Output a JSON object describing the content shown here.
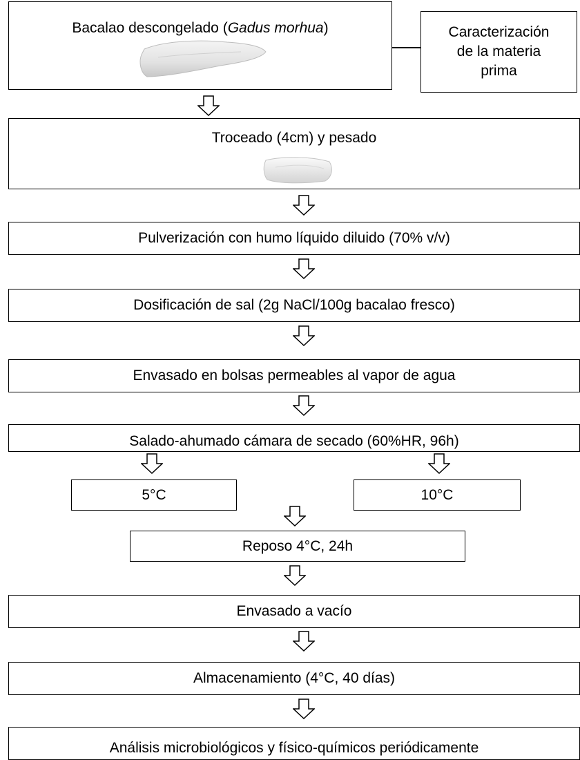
{
  "steps": {
    "s1": {
      "text_before": "Bacalao descongelado (",
      "text_italic": "Gadus morhua",
      "text_after": ")"
    },
    "side": {
      "line1": "Caracterización",
      "line2": "de la materia",
      "line3": "prima"
    },
    "s2": "Troceado (4cm) y pesado",
    "s3": "Pulverización con humo líquido diluido (70% v/v)",
    "s4": "Dosificación de sal (2g NaCl/100g bacalao fresco)",
    "s5": "Envasado en bolsas permeables al vapor de agua",
    "s6": "Salado-ahumado cámara de secado (60%HR, 96h)",
    "s7a": "5°C",
    "s7b": "10°C",
    "s8": "Reposo 4°C, 24h",
    "s9": "Envasado a vacío",
    "s10": "Almacenamiento (4°C, 40 días)",
    "s11": "Análisis microbiológicos y físico-químicos periódicamente"
  }
}
